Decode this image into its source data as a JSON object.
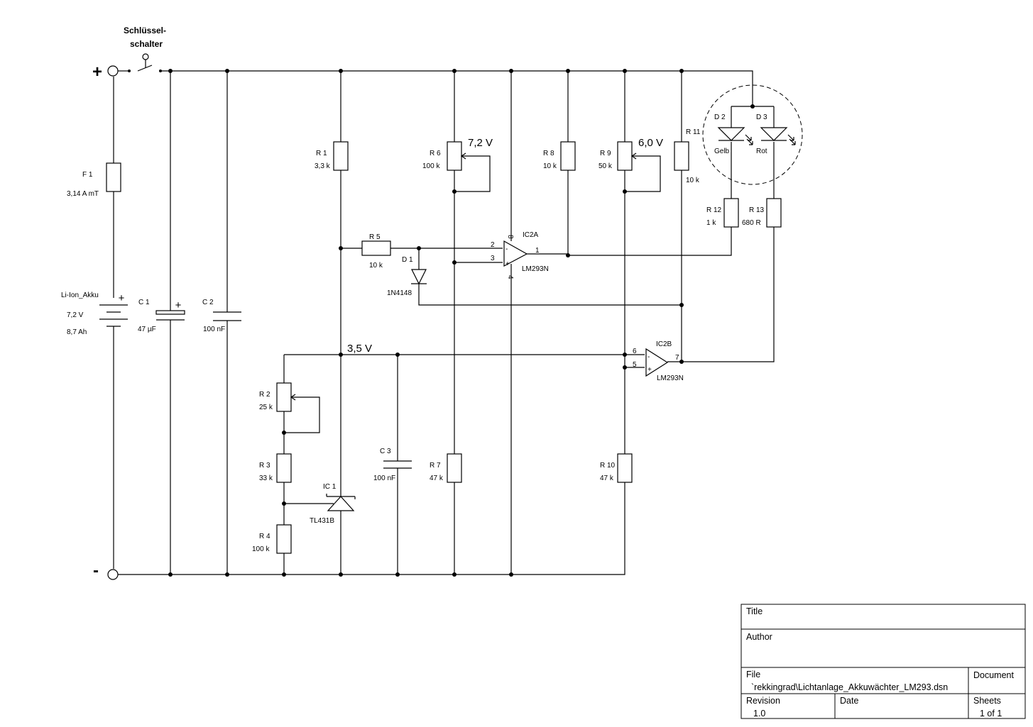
{
  "schematic": {
    "switch_label_1": "Schlüssel-",
    "switch_label_2": "schalter",
    "plus_sign": "+",
    "minus_sign": "-",
    "polarity_plus": "+",
    "voltage_r6": "7,2 V",
    "voltage_r9": "6,0 V",
    "voltage_ref": "3,5 V",
    "components": {
      "F1": {
        "ref": "F 1",
        "value": "3,14 A mT"
      },
      "BAT": {
        "ref": "Li-Ion_Akku",
        "voltage": "7,2 V",
        "capacity": "8,7 Ah"
      },
      "C1": {
        "ref": "C 1",
        "value": "47 µF"
      },
      "C2": {
        "ref": "C 2",
        "value": "100 nF"
      },
      "C3": {
        "ref": "C 3",
        "value": "100 nF"
      },
      "R1": {
        "ref": "R 1",
        "value": "3,3 k"
      },
      "R2": {
        "ref": "R 2",
        "value": "25 k"
      },
      "R3": {
        "ref": "R 3",
        "value": "33 k"
      },
      "R4": {
        "ref": "R 4",
        "value": "100 k"
      },
      "R5": {
        "ref": "R 5",
        "value": "10 k"
      },
      "R6": {
        "ref": "R 6",
        "value": "100 k"
      },
      "R7": {
        "ref": "R 7",
        "value": "47 k"
      },
      "R8": {
        "ref": "R 8",
        "value": "10 k"
      },
      "R9": {
        "ref": "R 9",
        "value": "50 k"
      },
      "R10": {
        "ref": "R 10",
        "value": "47 k"
      },
      "R11": {
        "ref": "R 11",
        "value": "10 k"
      },
      "R12": {
        "ref": "R 12",
        "value": "1 k"
      },
      "R13": {
        "ref": "R 13",
        "value": "680 R"
      },
      "D1": {
        "ref": "D 1",
        "value": "1N4148"
      },
      "D2": {
        "ref": "D 2",
        "value": "Gelb"
      },
      "D3": {
        "ref": "D 3",
        "value": "Rot"
      },
      "IC1": {
        "ref": "IC 1",
        "value": "TL431B"
      },
      "IC2A": {
        "ref": "IC2A",
        "value": "LM293N",
        "pins": [
          "8",
          "2",
          "3",
          "1",
          "4"
        ]
      },
      "IC2B": {
        "ref": "IC2B",
        "value": "LM293N",
        "pins": [
          "6",
          "5",
          "7"
        ]
      },
      "opamp_minus": "-",
      "opamp_plus": "+"
    }
  },
  "title_block": {
    "title_label": "Title",
    "title_value": "",
    "author_label": "Author",
    "author_value": "",
    "file_label": "File",
    "file_value": "`rekkingrad\\Lichtanlage_Akkuwächter_LM293.dsn",
    "document_label": "Document",
    "revision_label": "Revision",
    "revision_value": "1.0",
    "date_label": "Date",
    "sheets_label": "Sheets",
    "sheets_value": "1 of 1"
  }
}
